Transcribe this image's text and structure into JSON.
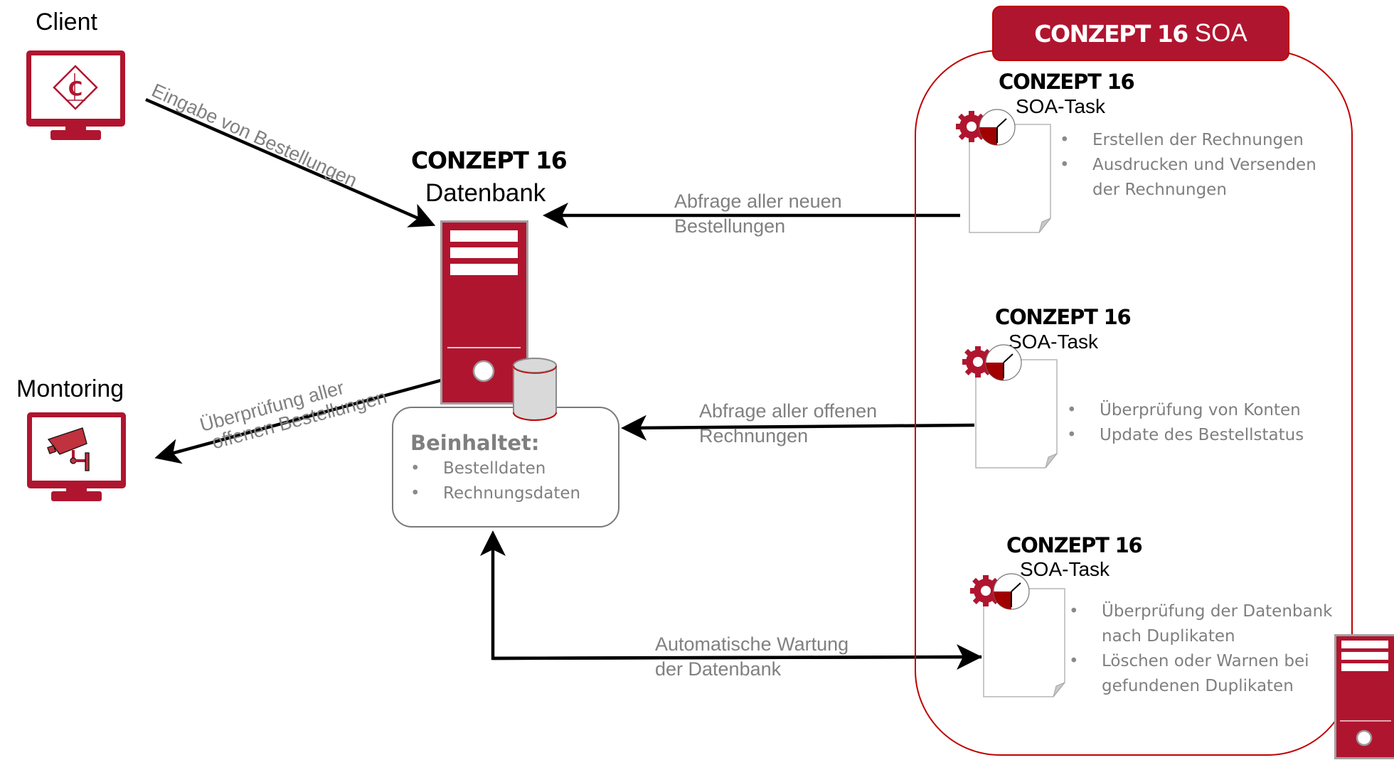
{
  "colors": {
    "brand_red": "#b0152f",
    "frame_red": "#c00000",
    "text_gray": "#808080",
    "arrow": "#000000"
  },
  "client": {
    "label": "Client",
    "icon": "conzept16-logo-icon"
  },
  "monitoring": {
    "label": "Montoring",
    "icon": "security-camera-icon"
  },
  "database": {
    "brand": "CONZEPT 16",
    "title": "Datenbank",
    "icon": "server-tower-icon",
    "storage_icon": "database-cylinder-icon",
    "contains": {
      "title": "Beinhaltet:",
      "items": [
        "Bestelldaten",
        "Rechnungsdaten"
      ]
    }
  },
  "soa": {
    "header_brand": "CONZEPT 16",
    "header_suffix": "SOA",
    "tasks": [
      {
        "brand": "CONZEPT 16",
        "title": "SOA-Task",
        "icon": "scheduled-task-icon",
        "items": [
          {
            "text": "Erstellen der Rechnungen",
            "bullet": true
          },
          {
            "text": "Ausdrucken und Versenden",
            "bullet": true
          },
          {
            "text": "der Rechnungen",
            "bullet": false
          }
        ]
      },
      {
        "brand": "CONZEPT 16",
        "title": "SOA-Task",
        "icon": "scheduled-task-icon",
        "items": [
          {
            "text": "Überprüfung von Konten",
            "bullet": true
          },
          {
            "text": "Update des Bestellstatus",
            "bullet": true
          }
        ]
      },
      {
        "brand": "CONZEPT 16",
        "title": "SOA-Task",
        "icon": "scheduled-task-icon",
        "items": [
          {
            "text": "Überprüfung der Datenbank",
            "bullet": true
          },
          {
            "text": "nach Duplikaten",
            "bullet": false
          },
          {
            "text": "Löschen oder Warnen bei",
            "bullet": true
          },
          {
            "text": "gefundenen Duplikaten",
            "bullet": false
          }
        ]
      }
    ],
    "server_icon": "server-tower-icon"
  },
  "flows": {
    "client_to_db": {
      "line1": "Eingabe von Bestellungen"
    },
    "db_to_monitoring": {
      "line1": "Überprüfung aller",
      "line2": "offenen Bestellungen"
    },
    "task1_to_db": {
      "line1": "Abfrage aller neuen",
      "line2": "Bestellungen"
    },
    "task2_to_db": {
      "line1": "Abfrage aller offenen",
      "line2": "Rechnungen"
    },
    "db_to_task3": {
      "line1": "Automatische Wartung",
      "line2": "der Datenbank"
    }
  }
}
